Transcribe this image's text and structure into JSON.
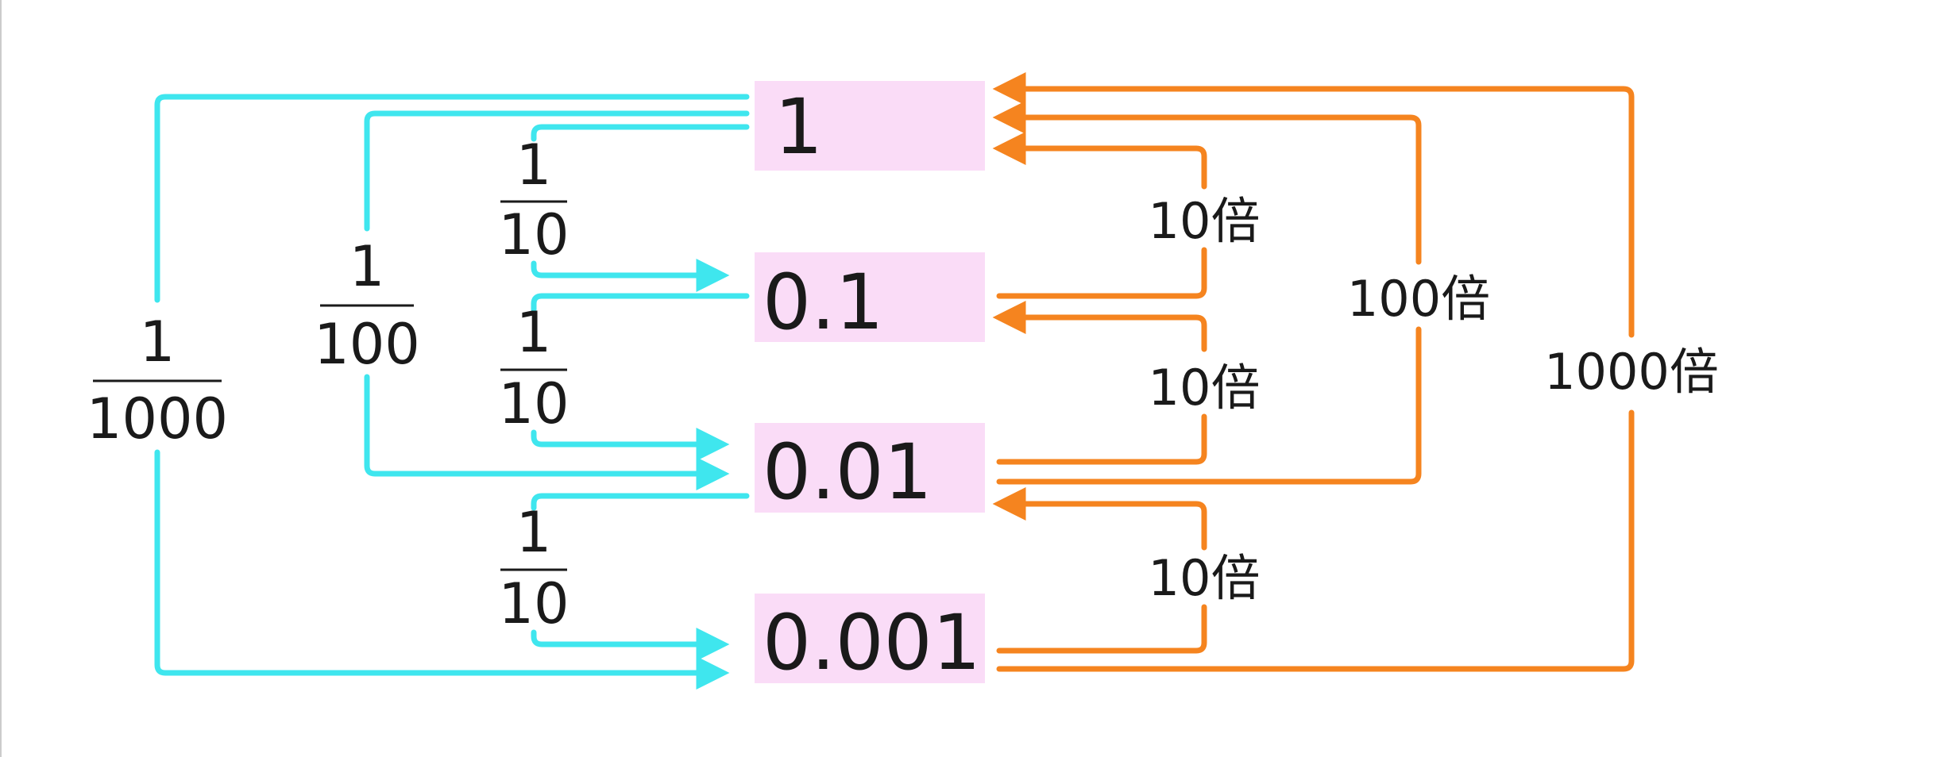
{
  "values": [
    "1",
    "0.1",
    "0.01",
    "0.001"
  ],
  "left_fractions": [
    {
      "numerator": "1",
      "denominator": "10"
    },
    {
      "numerator": "1",
      "denominator": "10"
    },
    {
      "numerator": "1",
      "denominator": "10"
    },
    {
      "numerator": "1",
      "denominator": "100"
    },
    {
      "numerator": "1",
      "denominator": "1000"
    }
  ],
  "right_multipliers": [
    "10倍",
    "10倍",
    "10倍",
    "100倍",
    "1000倍"
  ],
  "colors": {
    "value_box": "#fadcf7",
    "divide_arrow": "#3fe6ee",
    "multiply_arrow": "#f5841f",
    "text": "#1a1a1a"
  }
}
